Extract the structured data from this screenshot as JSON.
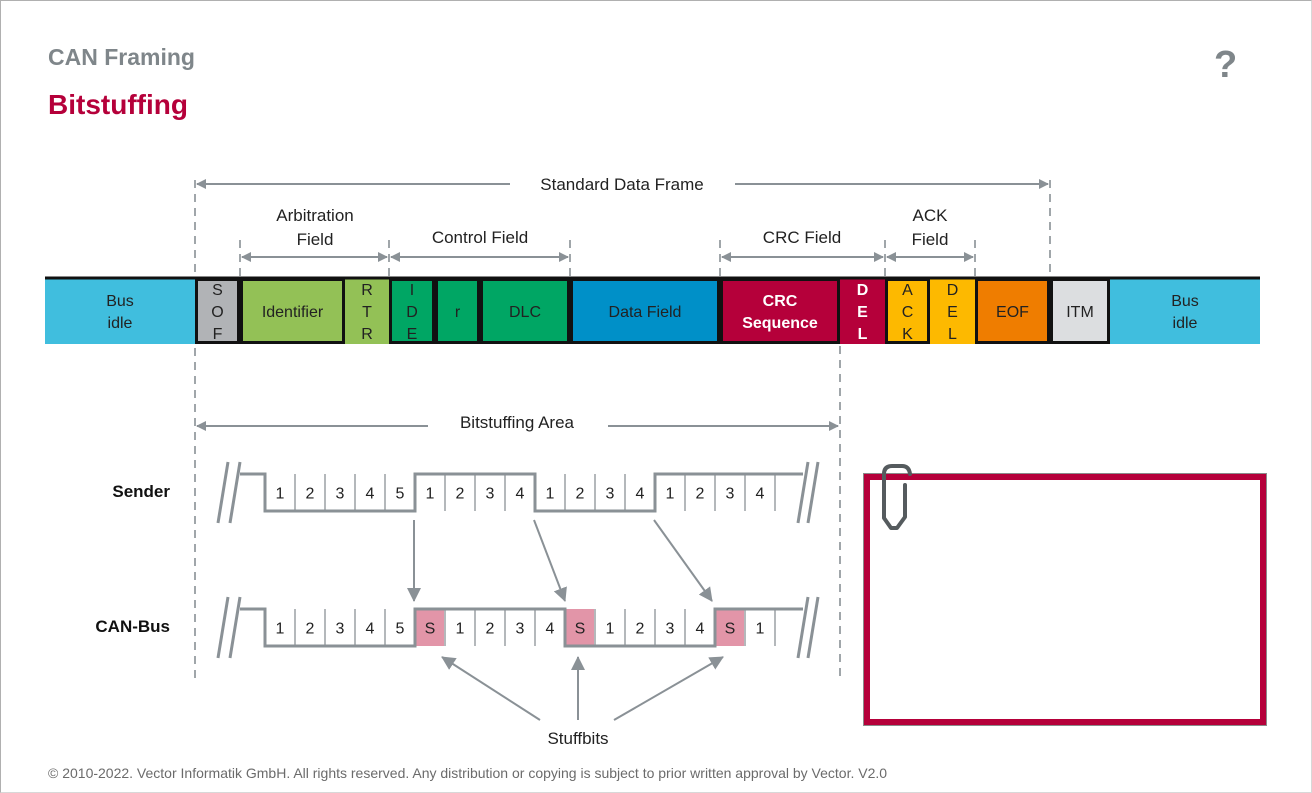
{
  "header": {
    "subtitle": "CAN Framing",
    "title": "Bitstuffing",
    "help_icon": "?"
  },
  "colors": {
    "accent": "#b5003a",
    "gray_text": "#7f868a",
    "line": "#8a9196"
  },
  "brackets": {
    "standard_data_frame": "Standard Data Frame",
    "arbitration_field": [
      "Arbitration",
      "Field"
    ],
    "control_field": "Control Field",
    "crc_field": "CRC Field",
    "ack_field": [
      "ACK",
      "Field"
    ],
    "bitstuffing_area": "Bitstuffing Area"
  },
  "frame_fields": [
    {
      "id": "bus-idle-start",
      "lines": [
        "Bus",
        "idle"
      ],
      "color": "#40bede"
    },
    {
      "id": "sof",
      "lines": [
        "S",
        "O",
        "F"
      ],
      "color": "#b1b3b6"
    },
    {
      "id": "identifier",
      "lines": [
        "Identifier"
      ],
      "color": "#93c156"
    },
    {
      "id": "rtr",
      "lines": [
        "R",
        "T",
        "R"
      ],
      "color": "#93c156"
    },
    {
      "id": "ide",
      "lines": [
        "I",
        "D",
        "E"
      ],
      "color": "#00a664"
    },
    {
      "id": "r",
      "lines": [
        "r"
      ],
      "color": "#00a664"
    },
    {
      "id": "dlc",
      "lines": [
        "DLC"
      ],
      "color": "#00a664"
    },
    {
      "id": "data-field",
      "lines": [
        "Data Field"
      ],
      "color": "#0090c8"
    },
    {
      "id": "crc-sequence",
      "lines": [
        "CRC",
        "Sequence"
      ],
      "color": "#b5003a",
      "text_color": "#ffffff",
      "bold": true
    },
    {
      "id": "crc-del",
      "lines": [
        "D",
        "E",
        "L"
      ],
      "color": "#b5003a",
      "text_color": "#ffffff",
      "bold": true
    },
    {
      "id": "ack",
      "lines": [
        "A",
        "C",
        "K"
      ],
      "color": "#fdb900"
    },
    {
      "id": "ack-del",
      "lines": [
        "D",
        "E",
        "L"
      ],
      "color": "#fdb900"
    },
    {
      "id": "eof",
      "lines": [
        "EOF"
      ],
      "color": "#ef7d00"
    },
    {
      "id": "itm",
      "lines": [
        "ITM"
      ],
      "color": "#dcdee0"
    },
    {
      "id": "bus-idle-end",
      "lines": [
        "Bus",
        "idle"
      ],
      "color": "#40bede"
    }
  ],
  "signals": {
    "sender_label": "Sender",
    "canbus_label": "CAN-Bus",
    "sender_bits": [
      "1",
      "2",
      "3",
      "4",
      "5",
      "1",
      "2",
      "3",
      "4",
      "1",
      "2",
      "3",
      "4",
      "1",
      "2",
      "3",
      "4",
      ""
    ],
    "sender_levels": [
      0,
      0,
      0,
      0,
      0,
      1,
      1,
      1,
      1,
      0,
      0,
      0,
      0,
      1,
      1,
      1,
      1,
      1
    ],
    "canbus_bits": [
      "1",
      "2",
      "3",
      "4",
      "5",
      "S",
      "1",
      "2",
      "3",
      "4",
      "S",
      "1",
      "2",
      "3",
      "4",
      "S",
      "1",
      ""
    ],
    "canbus_levels": [
      0,
      0,
      0,
      0,
      0,
      1,
      1,
      1,
      1,
      1,
      0,
      0,
      0,
      0,
      0,
      1,
      1,
      1
    ],
    "stuff_color": "#e295a8",
    "stuffbits_label": "Stuffbits"
  },
  "note_box": {
    "border_color": "#b5003a",
    "text": ""
  },
  "footer": {
    "copyright": "© 2010-2022. Vector Informatik GmbH. All rights reserved. Any distribution or copying is subject to prior written approval by Vector. V2.0"
  }
}
